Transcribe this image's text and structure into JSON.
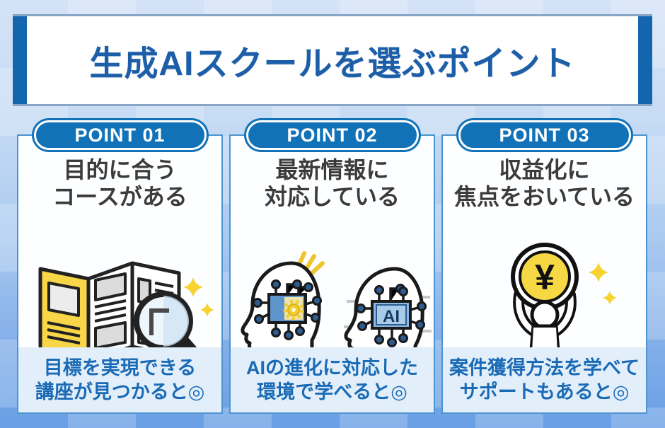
{
  "header": {
    "title": "生成AIスクールを選ぶポイント"
  },
  "cards": [
    {
      "badge": "POINT 01",
      "heading_line1": "目的に合う",
      "heading_line2": "コースがある",
      "icon": "brochure-magnifier-illustration",
      "caption_line1": "目標を実現できる",
      "caption_line2": "講座が見つかると◎"
    },
    {
      "badge": "POINT 02",
      "heading_line1": "最新情報に",
      "heading_line2": "対応している",
      "icon": "ai-chip-heads-illustration",
      "caption_line1": "AIの進化に対応した",
      "caption_line2": "環境で学べると◎"
    },
    {
      "badge": "POINT 03",
      "heading_line1": "収益化に",
      "heading_line2": "焦点をおいている",
      "icon": "person-holding-yen-coin-illustration",
      "caption_line1": "案件獲得方法を学べて",
      "caption_line2": "サポートもあると◎"
    }
  ],
  "illustrations": {
    "ai_chip_label": "AI",
    "coin_symbol": "¥"
  },
  "colors": {
    "header_text": "#1c5ea7",
    "header_side_bars": "#1366ae",
    "badge_blue": "#1272b8",
    "card_border": "#4e94d0",
    "caption_background": "#e2effb",
    "caption_text": "#1a6ab5",
    "heading_text": "#3b3b3b",
    "accent_yellow": "#f6d844",
    "background_blue_top": "#d4e3f7",
    "background_blue_bottom": "#699fe5"
  }
}
